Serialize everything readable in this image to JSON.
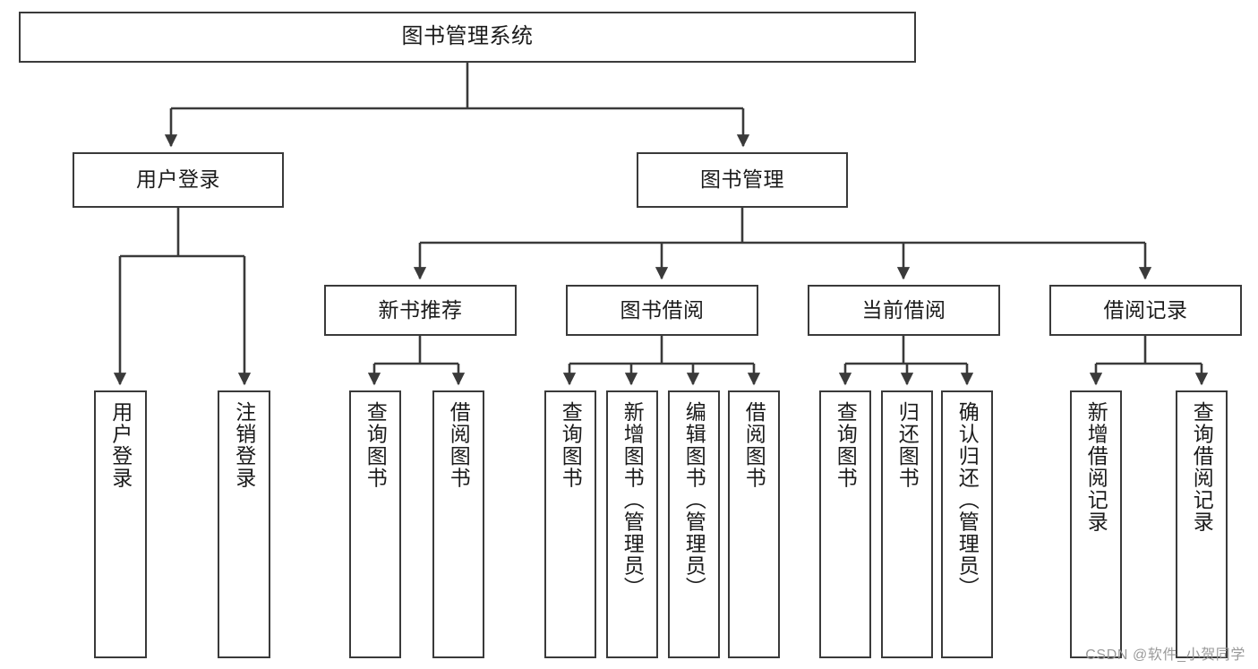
{
  "diagram": {
    "title": "图书管理系统",
    "type": "tree",
    "watermark": "CSDN @软件_小贺同学",
    "colors": {
      "box_border": "#3a3a3a",
      "box_fill": "#ffffff",
      "connector": "#3a3a3a",
      "text": "#1b1b1b",
      "watermark": "#9a9a9a",
      "background": "#ffffff"
    }
  },
  "nodes": {
    "root": {
      "label": "图书管理系统"
    },
    "level2": [
      {
        "id": "user-login",
        "label": "用户登录"
      },
      {
        "id": "book-management",
        "label": "图书管理"
      }
    ],
    "level3": [
      {
        "id": "new-book-recommend",
        "label": "新书推荐"
      },
      {
        "id": "book-borrow",
        "label": "图书借阅"
      },
      {
        "id": "current-borrow",
        "label": "当前借阅"
      },
      {
        "id": "borrow-record",
        "label": "借阅记录"
      }
    ],
    "leaves": {
      "user-login": [
        {
          "id": "leaf-user-login",
          "label": "用户登录"
        },
        {
          "id": "leaf-user-logout",
          "label": "注销登录"
        }
      ],
      "new-book-recommend": [
        {
          "id": "leaf-query-book-1",
          "label": "查询图书"
        },
        {
          "id": "leaf-borrow-book-1",
          "label": "借阅图书"
        }
      ],
      "book-borrow": [
        {
          "id": "leaf-query-book-2",
          "label": "查询图书"
        },
        {
          "id": "leaf-add-book",
          "label": "新增图书（管理员）"
        },
        {
          "id": "leaf-edit-book",
          "label": "编辑图书（管理员）"
        },
        {
          "id": "leaf-borrow-book-2",
          "label": "借阅图书"
        }
      ],
      "current-borrow": [
        {
          "id": "leaf-query-book-3",
          "label": "查询图书"
        },
        {
          "id": "leaf-return-book",
          "label": "归还图书"
        },
        {
          "id": "leaf-confirm-return",
          "label": "确认归还（管理员）"
        }
      ],
      "borrow-record": [
        {
          "id": "leaf-add-record",
          "label": "新增借阅记录"
        },
        {
          "id": "leaf-query-record",
          "label": "查询借阅记录"
        }
      ]
    }
  }
}
